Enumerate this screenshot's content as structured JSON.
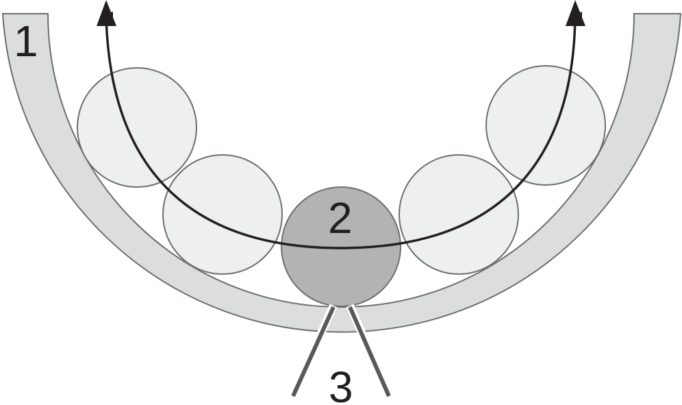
{
  "labels": {
    "trough": "1",
    "center_ball": "2",
    "slot": "3"
  },
  "colors": {
    "trough_fill": "#dcdddd",
    "trough_stroke": "#6d6e70",
    "ball_fill": "#eeefef",
    "ball_stroke": "#6d6e70",
    "center_ball_fill": "#b3b3b3",
    "arrow": "#231f20",
    "slot_line": "#58595b"
  }
}
